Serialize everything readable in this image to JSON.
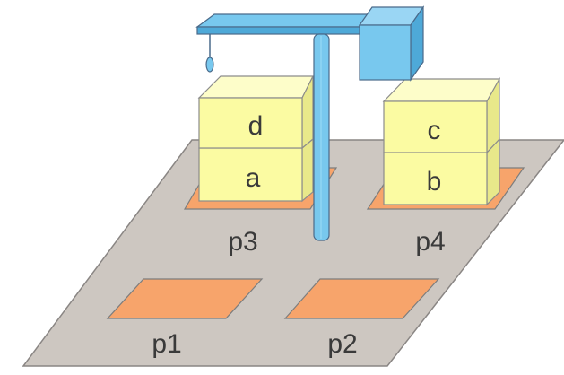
{
  "places": [
    {
      "id": "p1",
      "label": "p1"
    },
    {
      "id": "p2",
      "label": "p2"
    },
    {
      "id": "p3",
      "label": "p3"
    },
    {
      "id": "p4",
      "label": "p4"
    }
  ],
  "blocks": [
    {
      "label": "d",
      "stack": "p3",
      "level": 2
    },
    {
      "label": "a",
      "stack": "p3",
      "level": 1
    },
    {
      "label": "c",
      "stack": "p4",
      "level": 2
    },
    {
      "label": "b",
      "stack": "p4",
      "level": 1
    }
  ],
  "colors": {
    "floor": "#cdc7c1",
    "floor_edge": "#8a8684",
    "pad": "#f7a46b",
    "pad_edge": "#7d7d7d",
    "block_front": "#fbfba2",
    "block_top": "#fdfdc9",
    "block_side": "#e8e88a",
    "block_edge": "#8c8c8c",
    "crane": "#78c8ee",
    "crane_edge": "#4a6a8a",
    "crane_dark": "#4ea9d8"
  },
  "icons": {
    "robot": "crane-icon",
    "hook": "hook-icon"
  }
}
